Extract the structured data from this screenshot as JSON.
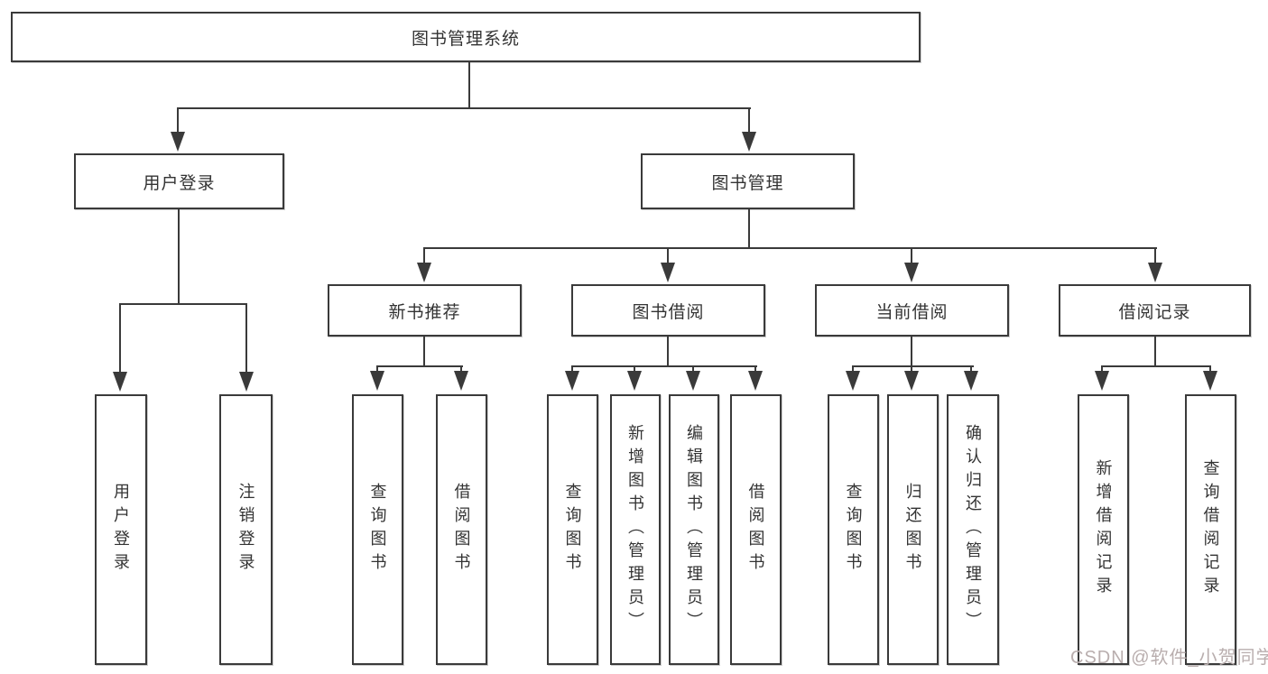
{
  "diagram": {
    "root": {
      "label": "图书管理系统"
    },
    "branches": [
      {
        "label": "用户登录",
        "children": [
          {
            "label": "用户登录"
          },
          {
            "label": "注销登录"
          }
        ]
      },
      {
        "label": "图书管理",
        "modules": [
          {
            "label": "新书推荐",
            "children": [
              {
                "label": "查询图书"
              },
              {
                "label": "借阅图书"
              }
            ]
          },
          {
            "label": "图书借阅",
            "children": [
              {
                "label": "查询图书"
              },
              {
                "label": "新增图书（管理员）"
              },
              {
                "label": "编辑图书（管理员）"
              },
              {
                "label": "借阅图书"
              }
            ]
          },
          {
            "label": "当前借阅",
            "children": [
              {
                "label": "查询图书"
              },
              {
                "label": "归还图书"
              },
              {
                "label": "确认归还（管理员）"
              }
            ]
          },
          {
            "label": "借阅记录",
            "children": [
              {
                "label": "新增借阅记录"
              },
              {
                "label": "查询借阅记录"
              }
            ]
          }
        ]
      }
    ],
    "watermark": {
      "text": "CSDN @软件_小贺同学"
    },
    "colors": {
      "line": "#3a3a3a",
      "text": "#333333",
      "watermark": "#b9aeae",
      "background": "#ffffff"
    }
  }
}
